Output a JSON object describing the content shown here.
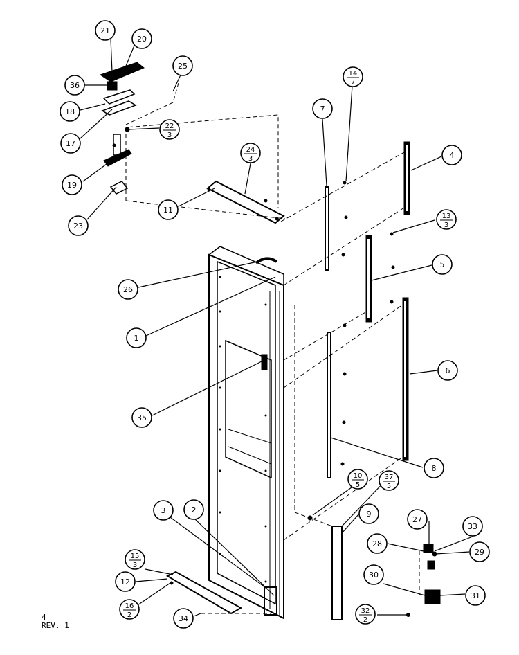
{
  "diagram": {
    "callouts": [
      {
        "id": "c21",
        "label": "21"
      },
      {
        "id": "c20",
        "label": "20"
      },
      {
        "id": "c36",
        "label": "36"
      },
      {
        "id": "c25",
        "label": "25"
      },
      {
        "id": "c18",
        "label": "18"
      },
      {
        "id": "c17",
        "label": "17"
      },
      {
        "id": "c22",
        "num": "22",
        "den": "3"
      },
      {
        "id": "c19",
        "label": "19"
      },
      {
        "id": "c23",
        "label": "23"
      },
      {
        "id": "c24",
        "num": "24",
        "den": "3"
      },
      {
        "id": "c11",
        "label": "11"
      },
      {
        "id": "c7",
        "label": "7"
      },
      {
        "id": "c14",
        "num": "14",
        "den": "7"
      },
      {
        "id": "c4",
        "label": "4"
      },
      {
        "id": "c13",
        "num": "13",
        "den": "3"
      },
      {
        "id": "c5",
        "label": "5"
      },
      {
        "id": "c26",
        "label": "26"
      },
      {
        "id": "c1",
        "label": "1"
      },
      {
        "id": "c6",
        "label": "6"
      },
      {
        "id": "c35",
        "label": "35"
      },
      {
        "id": "c8",
        "label": "8"
      },
      {
        "id": "c10",
        "num": "10",
        "den": "5"
      },
      {
        "id": "c37",
        "num": "37",
        "den": "5"
      },
      {
        "id": "c9",
        "label": "9"
      },
      {
        "id": "c27",
        "label": "27"
      },
      {
        "id": "c33",
        "label": "33"
      },
      {
        "id": "c28",
        "label": "28"
      },
      {
        "id": "c29",
        "label": "29"
      },
      {
        "id": "c3",
        "label": "3"
      },
      {
        "id": "c2",
        "label": "2"
      },
      {
        "id": "c15",
        "num": "15",
        "den": "3"
      },
      {
        "id": "c12",
        "label": "12"
      },
      {
        "id": "c30",
        "label": "30"
      },
      {
        "id": "c31",
        "label": "31"
      },
      {
        "id": "c16",
        "num": "16",
        "den": "2"
      },
      {
        "id": "c34",
        "label": "34"
      },
      {
        "id": "c32",
        "num": "32",
        "den": "2"
      }
    ]
  },
  "footer": {
    "line1": "4",
    "line2": "REV. 1"
  }
}
